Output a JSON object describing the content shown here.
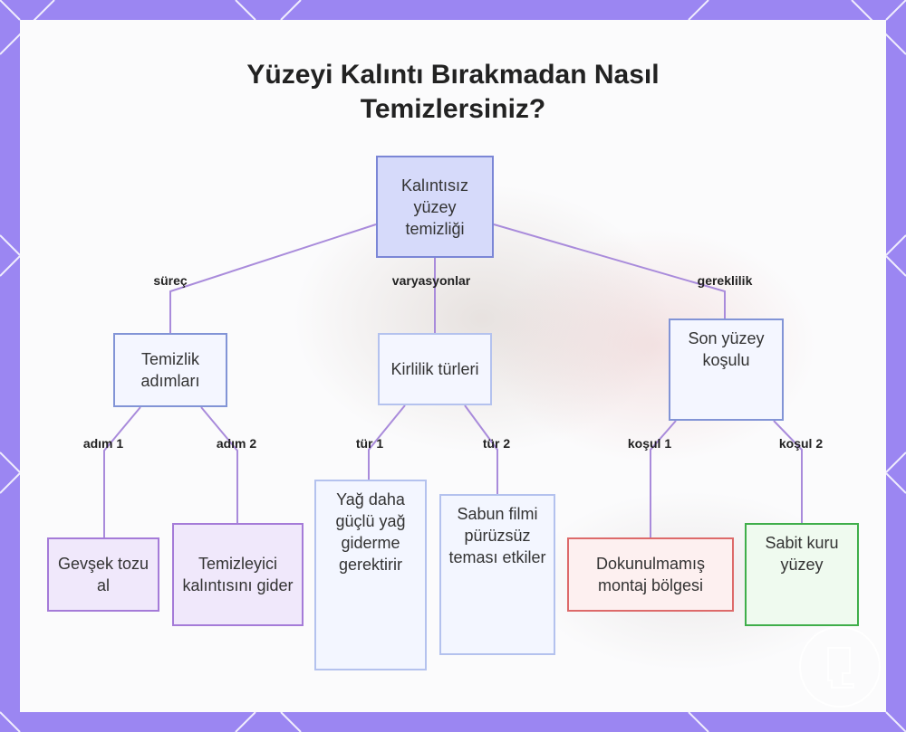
{
  "title": {
    "line1": "Yüzeyi Kalıntı Bırakmadan Nasıl",
    "line2": "Temizlersiniz?"
  },
  "nodes": {
    "root": "Kalıntısız yüzey temizliği",
    "steps": "Temizlik adımları",
    "dirt": "Kirlilik türleri",
    "surface": "Son yüzey koşulu",
    "step1": "Gevşek tozu al",
    "step2": "Temizleyici kalıntısını gider",
    "type1": "Yağ daha güçlü yağ giderme gerektirir",
    "type2": "Sabun filmi pürüzsüz teması etkiler",
    "cond1": "Dokunulmamış montaj bölgesi",
    "cond2": "Sabit kuru yüzey"
  },
  "edge_labels": {
    "process": "süreç",
    "variations": "varyasyonlar",
    "necessity": "gereklilik",
    "step1": "adım 1",
    "step2": "adım 2",
    "type1": "tür 1",
    "type2": "tür 2",
    "cond1": "koşul 1",
    "cond2": "koşul 2"
  },
  "colors": {
    "frame": "#9b86f2",
    "edge": "#a98bdb",
    "root_fill": "#d6dafa",
    "root_border": "#7b86d6",
    "level1_fill": "#f4f6ff",
    "level1_border": "#8294d6",
    "purple_fill": "#f0e8fb",
    "purple_border": "#a57bd8",
    "blue_fill": "#f3f6ff",
    "blue_border": "#b4c2ee",
    "red_fill": "#fdf0f0",
    "red_border": "#dd6a6a",
    "green_fill": "#effaef",
    "green_border": "#3fae4a"
  }
}
